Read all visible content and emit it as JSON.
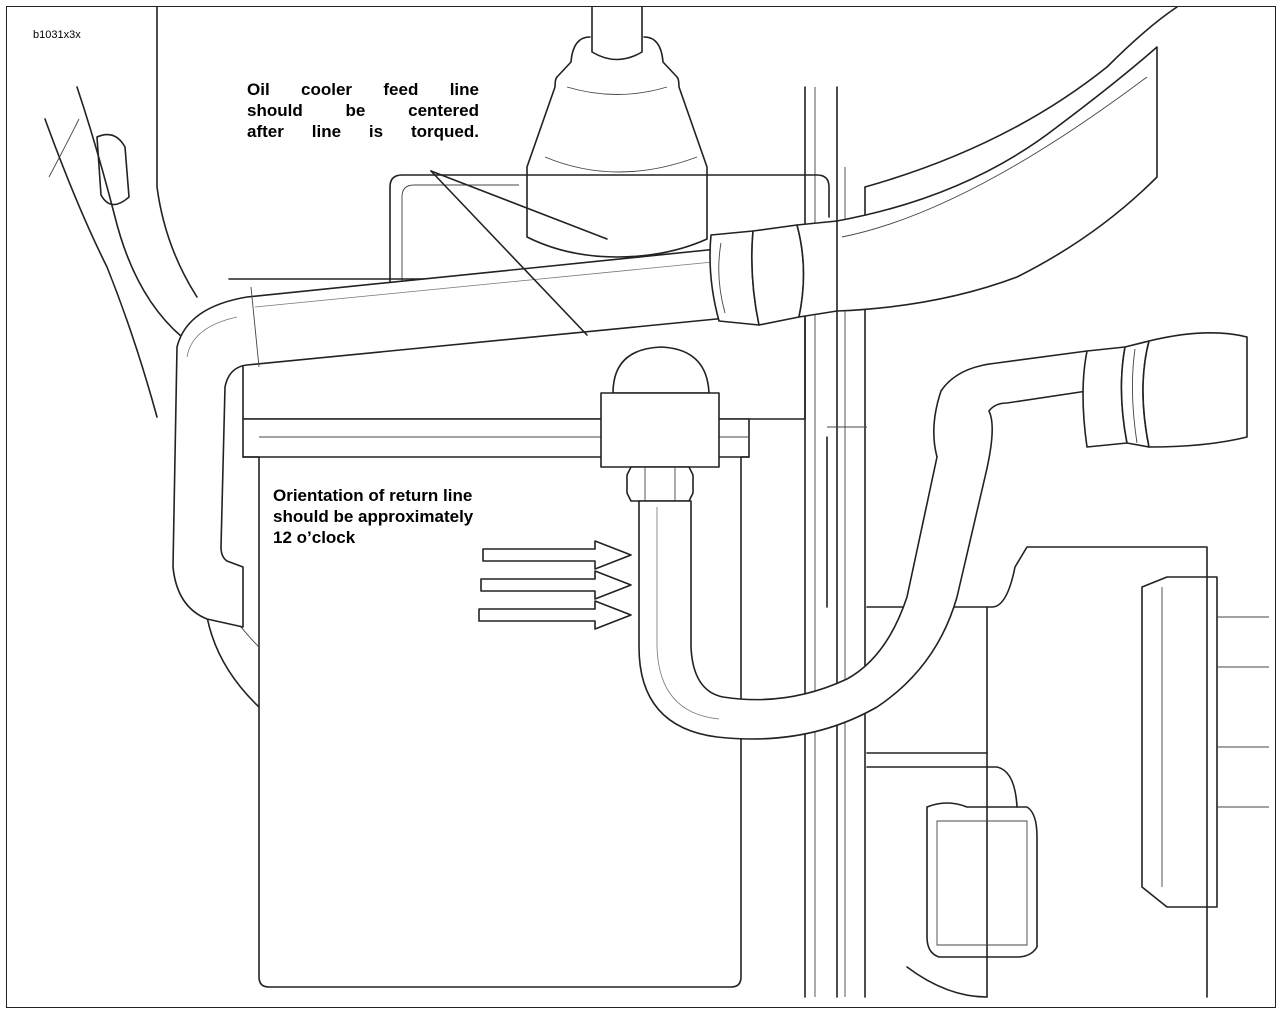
{
  "figure_id": "b1031x3x",
  "callouts": {
    "feed_line": "Oil cooler feed line\nshould be centered\nafter line is torqued.",
    "return_line": "Orientation of return line\nshould be approximately\n12 o’clock"
  },
  "colors": {
    "line": "#222222",
    "background": "#ffffff"
  }
}
